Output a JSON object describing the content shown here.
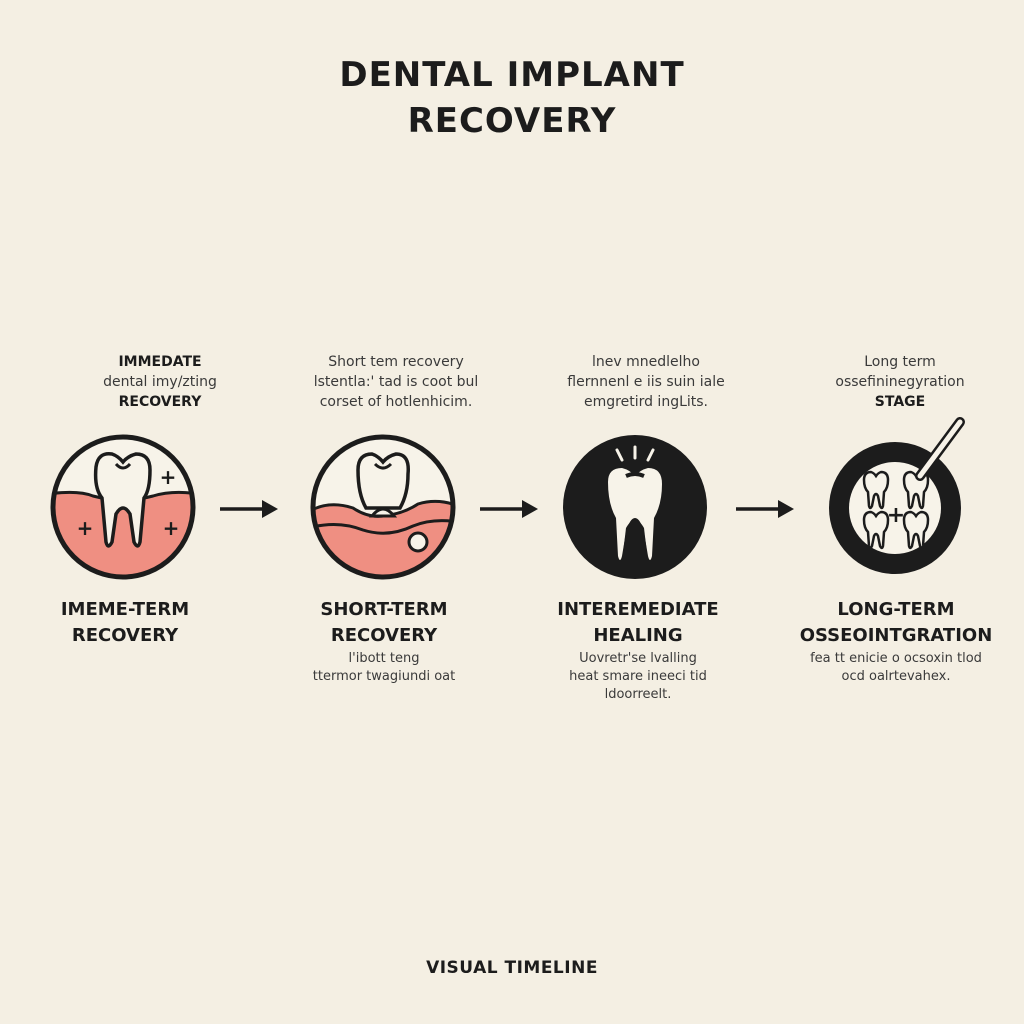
{
  "title": {
    "line1": "DENTAL IMPLANT",
    "line2": "RECOVERY"
  },
  "colors": {
    "background": "#f4efe3",
    "ink": "#1c1c1c",
    "gum_pink": "#ef8f82",
    "tooth_white": "#f7f3e9"
  },
  "stages": [
    {
      "top_caption": [
        "IMMEDATE",
        "dental imy/zting",
        "RECOVERY"
      ],
      "icon": "tooth-with-gum-plus-icon",
      "label": [
        "IMEME-TERM",
        "RECOVERY"
      ],
      "description": []
    },
    {
      "top_caption": [
        "Short tem recovery",
        "lstentla:' tad is coot bul",
        "corset of hotlenhicim."
      ],
      "icon": "tooth-gum-wave-icon",
      "label": [
        "SHORT-TERM",
        "RECOVERY"
      ],
      "description": [
        "l'ibott teng",
        "ttermor twagiundi oat"
      ]
    },
    {
      "top_caption": [
        "lnev mnedlelho",
        "flernnenl e iis suin iale",
        "emgretird ingLits."
      ],
      "icon": "implant-tooth-icon",
      "label": [
        "INTEREMEDIATE",
        "HEALING"
      ],
      "description": [
        "Uovretr'se lvalling",
        "heat smare ineeci tid",
        "ldoorreelt."
      ]
    },
    {
      "top_caption": [
        "Long term",
        "ossefininegyration",
        "STAGE"
      ],
      "icon": "multiple-teeth-probe-icon",
      "label": [
        "LONG-TERM",
        "OSSEOINTGRATION"
      ],
      "description": [
        "fea tt enicie o ocsoxin tlod",
        "ocd oalrtevahex."
      ]
    }
  ],
  "arrows": [
    "arrow-right-icon",
    "arrow-right-icon",
    "arrow-right-icon"
  ],
  "footer": {
    "label": "VISUAL TIMELINE"
  }
}
